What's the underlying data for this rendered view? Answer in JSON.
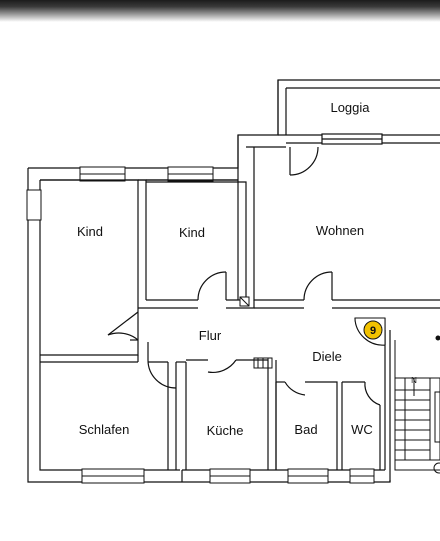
{
  "floorplan": {
    "rooms": {
      "loggia": "Loggia",
      "kind_left": "Kind",
      "kind_mid": "Kind",
      "wohnen": "Wohnen",
      "flur": "Flur",
      "diele": "Diele",
      "schlafen": "Schlafen",
      "kueche": "Küche",
      "bad": "Bad",
      "wc": "WC"
    },
    "unit_marker": {
      "number": "9",
      "color": "#f2c200"
    },
    "stair_label": "N"
  }
}
